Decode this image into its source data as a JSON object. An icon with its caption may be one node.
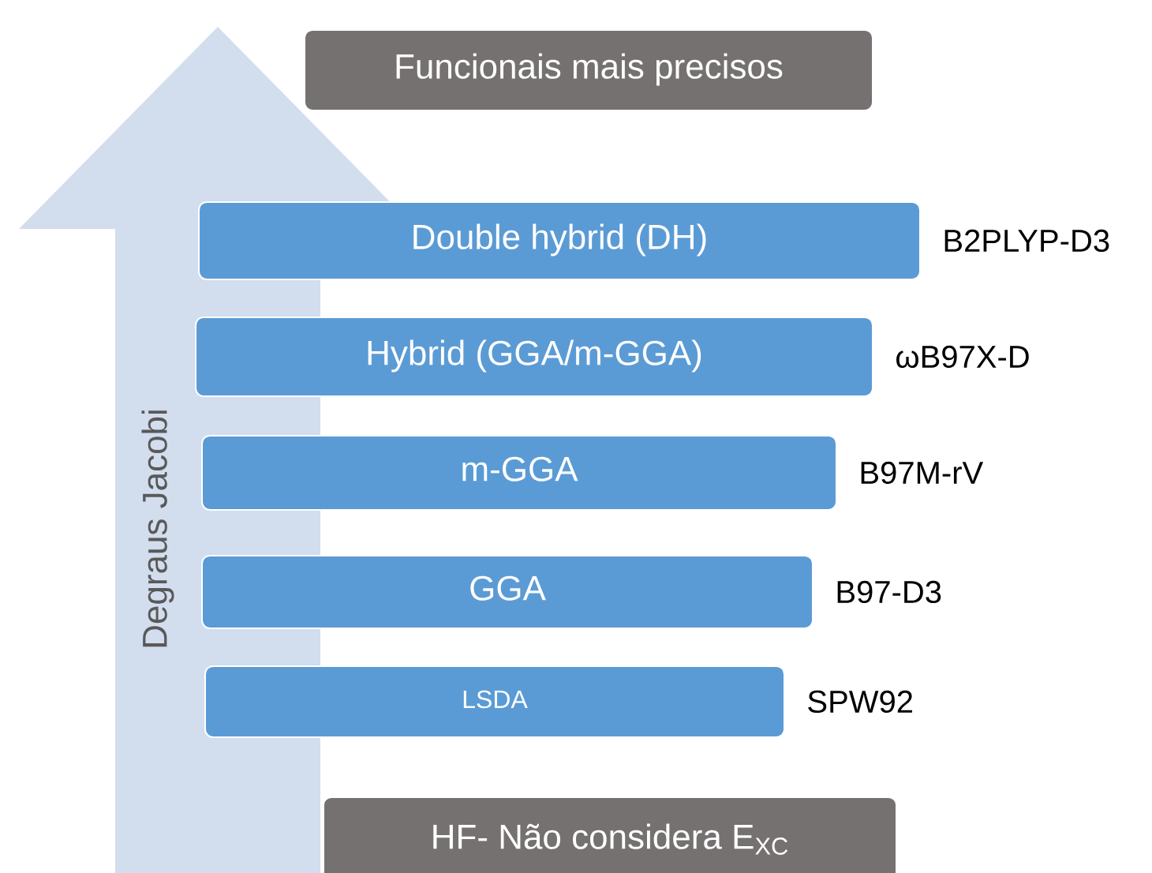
{
  "diagram": {
    "nodes": [
      {
        "text": [
          "Funcionais mais precisos"
        ]
      },
      {
        "text": [
          "Double hybrid (DH)"
        ],
        "beside": [
          "B2PLYP-D3"
        ]
      },
      {
        "text": [
          "Hybrid (GGA/m-GGA)"
        ],
        "beside": [
          "ωB97X-D"
        ]
      },
      {
        "text": [
          "m-GGA"
        ],
        "beside": [
          "B97M-rV"
        ]
      },
      {
        "text": [
          "GGA"
        ],
        "beside": [
          "B97-D3"
        ]
      },
      {
        "text": [
          "LSDA"
        ],
        "beside": [
          "SPW92"
        ]
      },
      {
        "text": [
          "HF- Não considera E$_{XC}$"
        ]
      },
      {
        "text": [
          "Degraus Jacobi"
        ]
      }
    ]
  }
}
